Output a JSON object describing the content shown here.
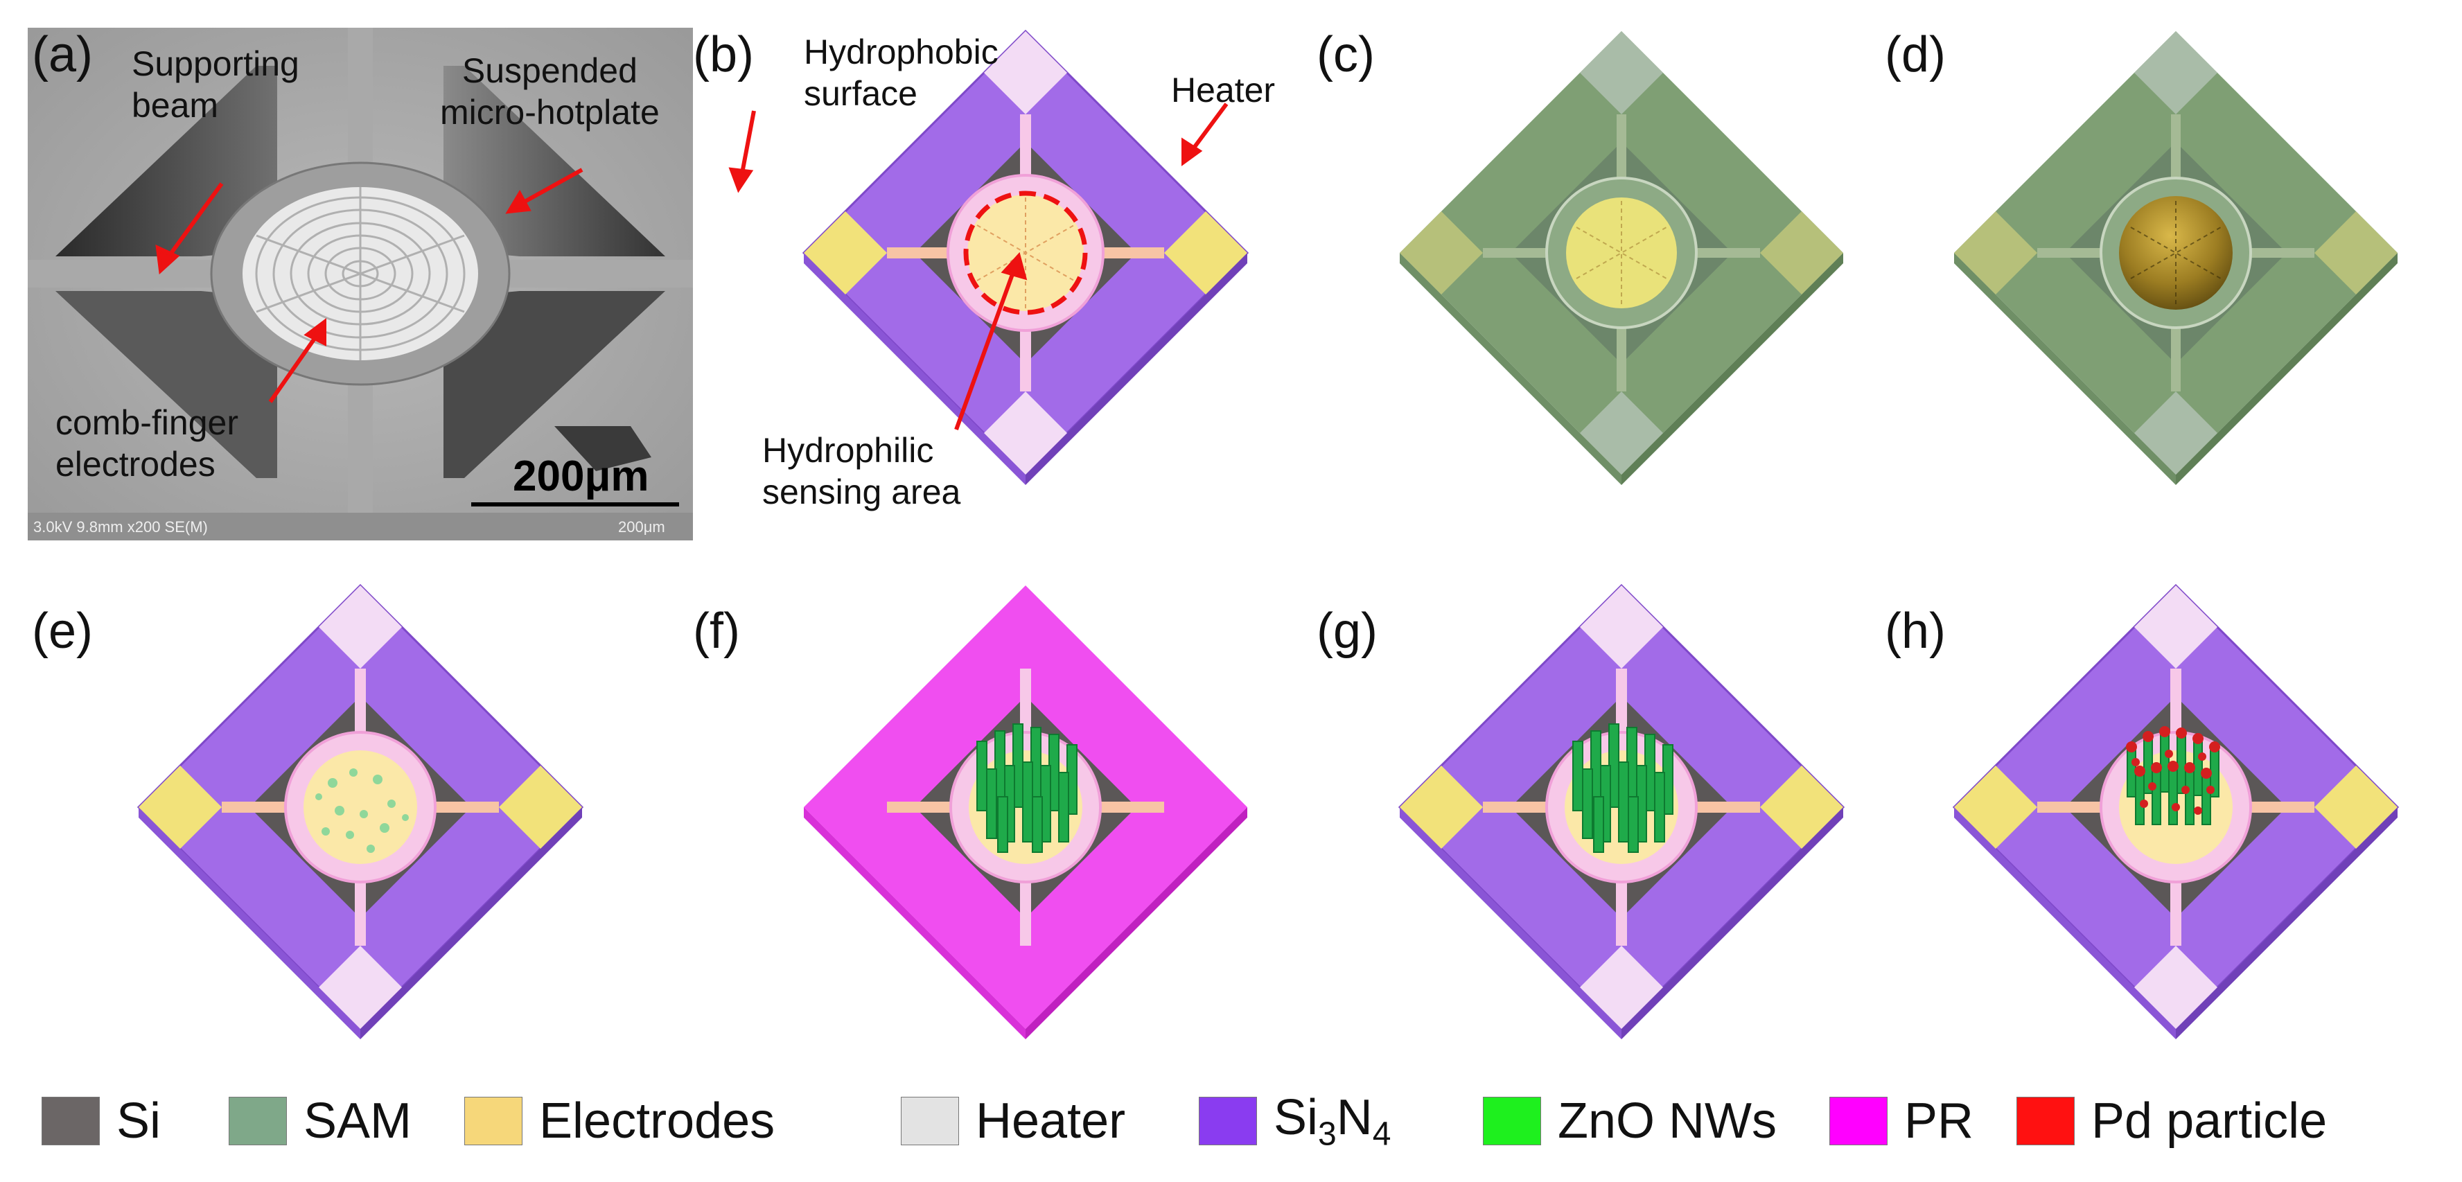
{
  "panels": {
    "a": {
      "label": "(a)",
      "ann_supporting": "Supporting\nbeam",
      "ann_suspended": "Suspended\nmicro-hotplate",
      "ann_comb": "comb-finger\nelectrodes",
      "scale": "200μm",
      "footer_left": "3.0kV 9.8mm x200 SE(M)",
      "footer_right": "200μm"
    },
    "b": {
      "label": "(b)",
      "ann_hydrophobic": "Hydrophobic\nsurface",
      "ann_heater": "Heater",
      "ann_hydrophilic": "Hydrophilic\nsensing area"
    },
    "c": {
      "label": "(c)"
    },
    "d": {
      "label": "(d)"
    },
    "e": {
      "label": "(e)"
    },
    "f": {
      "label": "(f)"
    },
    "g": {
      "label": "(g)"
    },
    "h": {
      "label": "(h)"
    }
  },
  "legend": [
    {
      "name": "legend-si",
      "label": "Si",
      "color": "#6b6666"
    },
    {
      "name": "legend-sam",
      "label": "SAM",
      "color": "#7fa889"
    },
    {
      "name": "legend-electrodes",
      "label": "Electrodes",
      "color": "#f6d77a"
    },
    {
      "name": "legend-heater",
      "label": "Heater",
      "color": "#e3e3e3"
    },
    {
      "name": "legend-si3n4",
      "label": "Si3N4",
      "color": "#8a3cf0"
    },
    {
      "name": "legend-zno",
      "label": "ZnO NWs",
      "color": "#1ef01e"
    },
    {
      "name": "legend-pr",
      "label": "PR",
      "color": "#ff00ff"
    },
    {
      "name": "legend-pd",
      "label": "Pd particle",
      "color": "#ff1111"
    }
  ],
  "colors": {
    "si3n4": "#a26be8",
    "pad_yellow": "#f2e27a",
    "pad_pink": "#f3dcf5",
    "si_dark": "#5b5757",
    "sam_green": "#7f9f74",
    "pr_magenta": "#f04ef0",
    "zno": "#1faa4a",
    "pd": "#d41f1f"
  }
}
